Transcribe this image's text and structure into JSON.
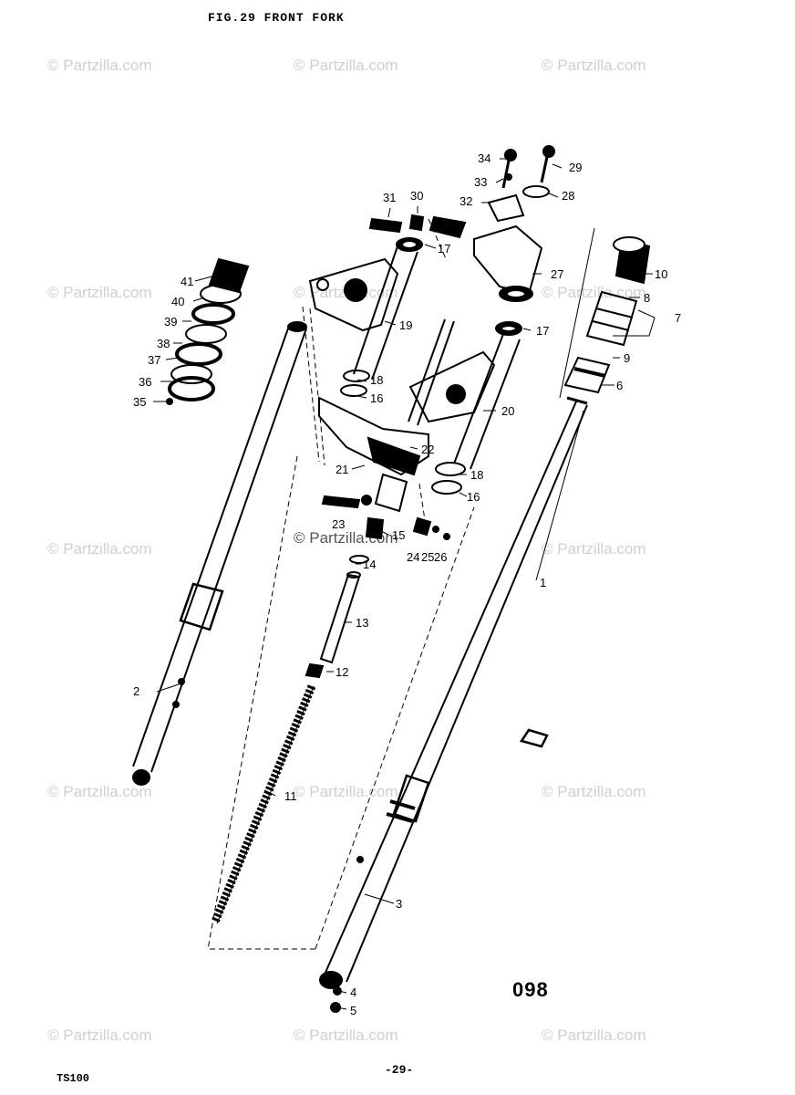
{
  "figure_title": "FIG.29  FRONT FORK",
  "page_number": "-29-",
  "model": "TS100",
  "sheet_number": "098",
  "watermark_text": "© Partzilla.com",
  "callouts": [
    "1",
    "2",
    "3",
    "4",
    "5",
    "6",
    "7",
    "8",
    "9",
    "10",
    "11",
    "12",
    "13",
    "14",
    "15",
    "16",
    "16",
    "17",
    "17",
    "18",
    "18",
    "19",
    "20",
    "21",
    "22",
    "23",
    "24",
    "25",
    "26",
    "27",
    "28",
    "29",
    "30",
    "31",
    "32",
    "33",
    "34",
    "35",
    "36",
    "37",
    "38",
    "39",
    "40",
    "41"
  ]
}
